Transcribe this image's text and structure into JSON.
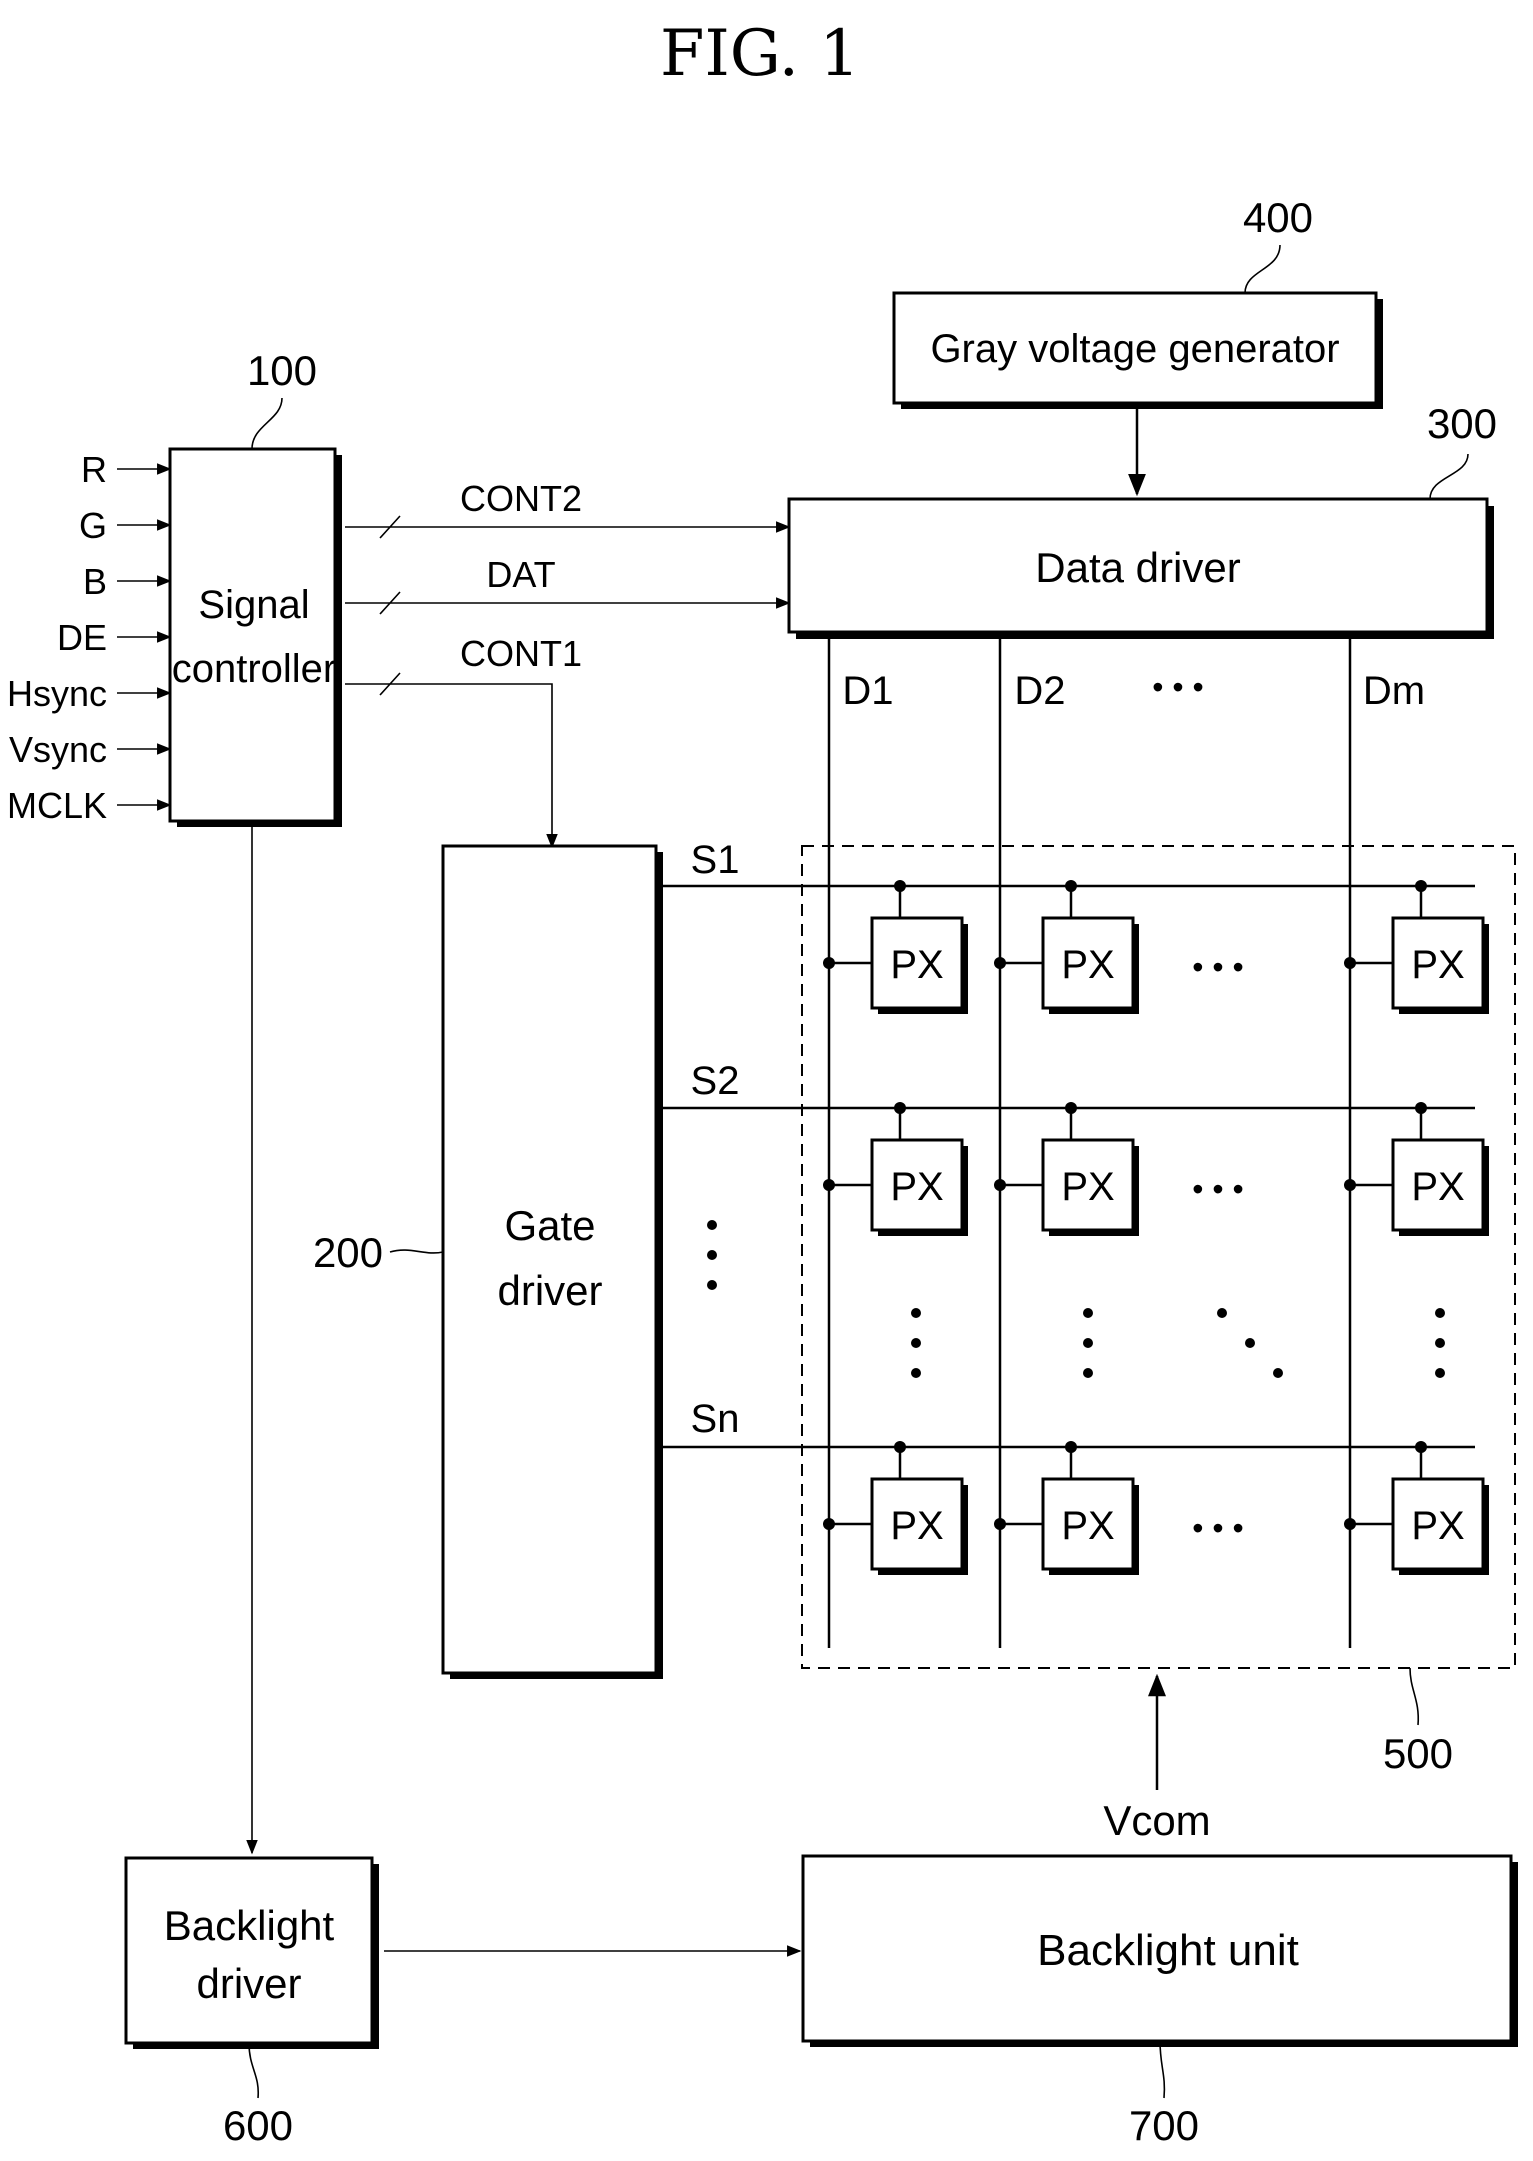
{
  "figure_title": "FIG. 1",
  "blocks": {
    "signal_controller": {
      "ref": "100",
      "label_line1": "Signal",
      "label_line2": "controller"
    },
    "gate_driver": {
      "ref": "200",
      "label_line1": "Gate",
      "label_line2": "driver"
    },
    "data_driver": {
      "ref": "300",
      "label": "Data driver"
    },
    "gray_voltage_generator": {
      "ref": "400",
      "label": "Gray voltage generator"
    },
    "display_panel": {
      "ref": "500"
    },
    "backlight_driver": {
      "ref": "600",
      "label_line1": "Backlight",
      "label_line2": "driver"
    },
    "backlight_unit": {
      "ref": "700",
      "label": "Backlight unit"
    }
  },
  "inputs": [
    "R",
    "G",
    "B",
    "DE",
    "Hsync",
    "Vsync",
    "MCLK"
  ],
  "signals": {
    "cont2": "CONT2",
    "dat": "DAT",
    "cont1": "CONT1",
    "vcom": "Vcom"
  },
  "data_lines": [
    "D1",
    "D2",
    "Dm"
  ],
  "scan_lines": [
    "S1",
    "S2",
    "Sn"
  ],
  "pixel_label": "PX",
  "ellipsis": "• • •"
}
